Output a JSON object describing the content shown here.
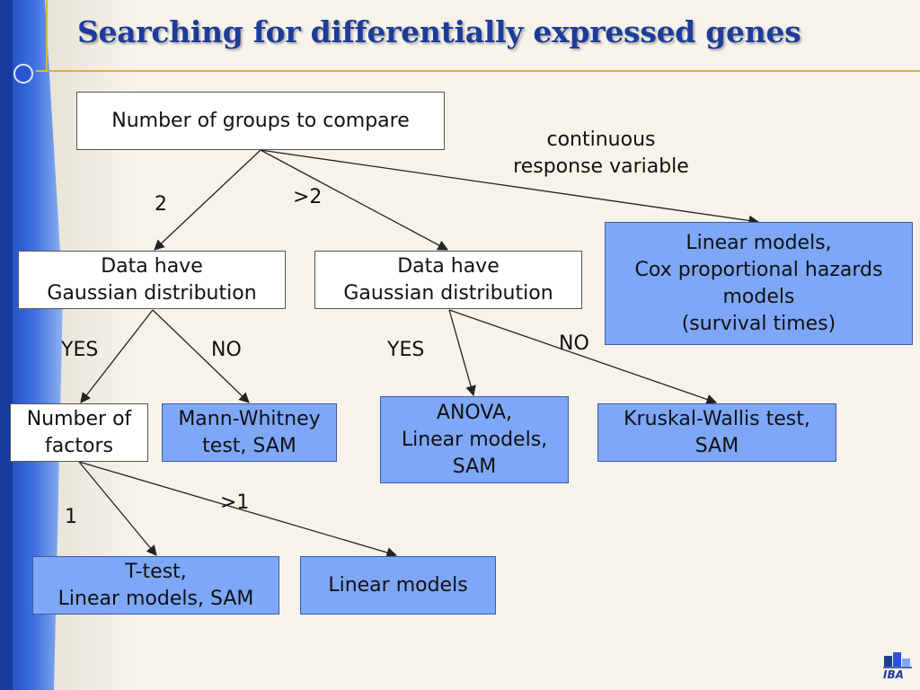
{
  "title": "Searching for differentially expressed genes",
  "colors": {
    "title": "#1d3c9a",
    "node_fill_blue": "#7ea7f8",
    "node_fill_white": "#ffffff",
    "accent_line": "#e0b040"
  },
  "nodes": {
    "groups": "Number of groups to compare",
    "gauss_left": "Data have\nGaussian distribution",
    "gauss_right": "Data have\nGaussian distribution",
    "linear_cox": "Linear models,\nCox proportional hazards\nmodels\n(survival times)",
    "factors": "Number of\nfactors",
    "mann_whitney": "Mann-Whitney\ntest, SAM",
    "anova": "ANOVA,\nLinear models,\nSAM",
    "kruskal": "Kruskal-Wallis test,\nSAM",
    "ttest": "T-test,\nLinear models, SAM",
    "linear_models": "Linear models"
  },
  "edge_labels": {
    "two": "2",
    "more_than_two": ">2",
    "continuous": "continuous\nresponse variable",
    "yes_left": "YES",
    "no_left": "NO",
    "yes_right": "YES",
    "no_right": "NO",
    "one": "1",
    "more_than_one": ">1"
  },
  "logo": {
    "text": "IBA",
    "icon": "iba-logo-icon"
  }
}
